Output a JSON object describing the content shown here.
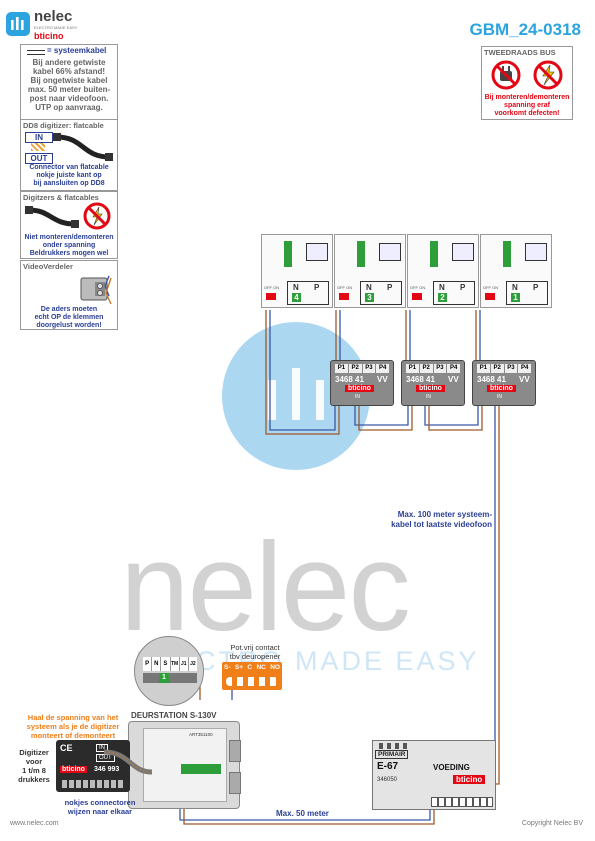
{
  "header": {
    "brand_name": "nelec",
    "brand_tagline": "ELECTRO MADE EASY",
    "brand_sub": "bticino",
    "doc_code": "GBM_24-0318"
  },
  "watermark": {
    "word": "nelec",
    "tagline": "ELECTRO MADE EASY"
  },
  "note_systemcable": {
    "heading": "= systeemkabel",
    "lines": [
      "Bij andere getwiste",
      "kabel 66% afstand!",
      "Bij ongetwiste kabel",
      "max. 50 meter buiten-",
      "post naar videofoon.",
      "UTP op aanvraag."
    ]
  },
  "note_dd8": {
    "heading": "DD8 digitizer: flatcable",
    "in_label": "IN",
    "out_label": "OUT",
    "lines": [
      "Connector van flatcable",
      "nokje juiste kant op",
      "bij aansluiten op DD8"
    ]
  },
  "note_digitizers": {
    "heading": "Digitzers & flatcables",
    "lines": [
      "Niet monteren/demonteren",
      "onder spanning",
      "Beldrukkers mogen wel"
    ]
  },
  "note_videoverdeler": {
    "heading": "VideoVerdeler",
    "lines": [
      "De aders moeten",
      "echt OP de klemmen",
      "doorgelust worden!"
    ]
  },
  "note_bus": {
    "heading": "TWEEDRAADS BUS",
    "lines": [
      "Bij monteren/demonteren",
      "spanning eraf",
      "voorkomt defecten!"
    ]
  },
  "videophones": [
    {
      "number": "4"
    },
    {
      "number": "3"
    },
    {
      "number": "2"
    },
    {
      "number": "1"
    }
  ],
  "videophone_labels": {
    "n": "N",
    "p": "P",
    "term": "OFF ON"
  },
  "distributors": [
    {
      "model": "3468 41",
      "vv": "VV",
      "brand": "bticino",
      "ports": [
        "P1",
        "P2",
        "P3",
        "P4"
      ],
      "in": "IN"
    },
    {
      "model": "3468 41",
      "vv": "VV",
      "brand": "bticino",
      "ports": [
        "P1",
        "P2",
        "P3",
        "P4"
      ],
      "in": "IN"
    },
    {
      "model": "3468 41",
      "vv": "VV",
      "brand": "bticino",
      "ports": [
        "P1",
        "P2",
        "P3",
        "P4"
      ],
      "in": "IN"
    }
  ],
  "cable_note_100": [
    "Max. 100 meter systeem-",
    "kabel tot laatste videofoon"
  ],
  "cable_note_50": "Max. 50 meter",
  "door_station": {
    "title": "DEURSTATION S-130V",
    "terminals": [
      "P",
      "N",
      "S",
      "TM",
      "J1",
      "J2"
    ],
    "chip_label": "1",
    "pcb_label": "ART351100"
  },
  "contact_note": {
    "lines": [
      "Pot.vrij contact",
      "tbv deuropener"
    ],
    "terminals": [
      "S-",
      "S+",
      "C",
      "NC",
      "NO"
    ]
  },
  "digitizer": {
    "warning": [
      "Haal de spanning van het",
      "systeem als je de digitizer",
      "monteert of demonteert"
    ],
    "side_label": [
      "Digitizer",
      "voor",
      "1 t/m 8",
      "drukkers"
    ],
    "model": "346 993",
    "brand": "bticino",
    "in_label": "IN",
    "out_label": "OUT",
    "ce": "CE",
    "bottom_note": [
      "nokjes connectoren",
      "wijzen naar elkaar"
    ]
  },
  "power_supply": {
    "primary": "PRIMAIR",
    "name": "E-67",
    "label": "VOEDING",
    "model": "346050",
    "brand": "bticino"
  },
  "footer": {
    "website": "www.nelec.com",
    "copyright": "Copyright Nelec BV"
  },
  "colors": {
    "accent": "#2ba4e0",
    "text_blue": "#2a3f95",
    "warning_orange": "#f07f1a",
    "bticino_red": "#e30613",
    "cable_blue": "#3b56a6",
    "cable_brown": "#9c5a2a",
    "terminal_green": "#2e9e3a"
  }
}
